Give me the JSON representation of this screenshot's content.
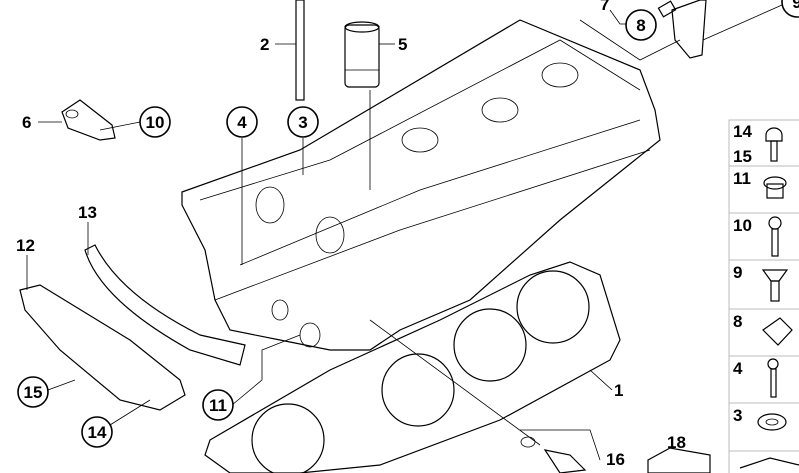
{
  "diagram": {
    "callouts_circled": [
      "8",
      "9",
      "10",
      "4",
      "3",
      "15",
      "14",
      "11"
    ],
    "labels_plain": [
      "7",
      "2",
      "5",
      "6",
      "13",
      "12",
      "1",
      "18",
      "16"
    ],
    "legend_column": [
      "14",
      "15",
      "11",
      "10",
      "9",
      "8",
      "4",
      "3"
    ]
  }
}
